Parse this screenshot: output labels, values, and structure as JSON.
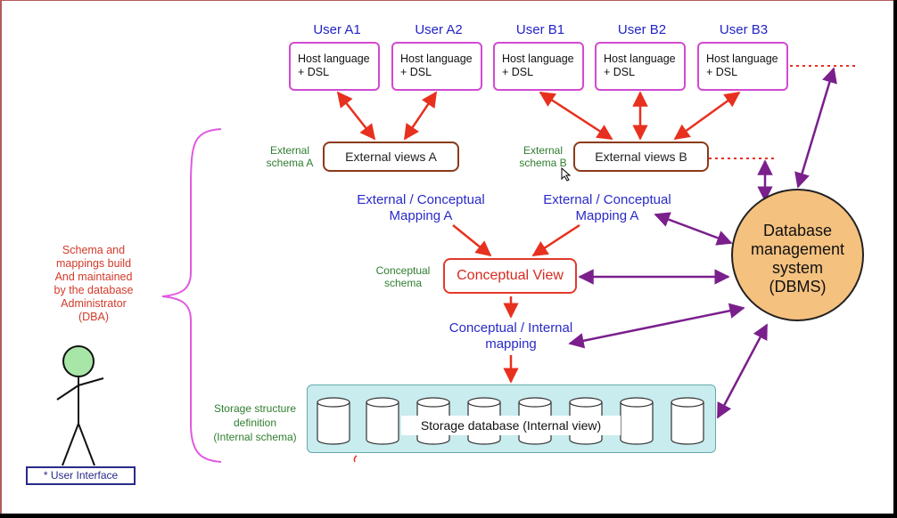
{
  "users": [
    {
      "name": "User A1",
      "box_line1": "Host language",
      "box_line2": "+ DSL"
    },
    {
      "name": "User A2",
      "box_line1": "Host language",
      "box_line2": "+ DSL"
    },
    {
      "name": "User B1",
      "box_line1": "Host language",
      "box_line2": "+ DSL"
    },
    {
      "name": "User B2",
      "box_line1": "Host language",
      "box_line2": "+ DSL"
    },
    {
      "name": "User B3",
      "box_line1": "Host language",
      "box_line2": "+ DSL"
    }
  ],
  "external_views": {
    "a": {
      "box": "External views A",
      "schema_line1": "External",
      "schema_line2": "schema A"
    },
    "b": {
      "box": "External views B",
      "schema_line1": "External",
      "schema_line2": "schema B"
    }
  },
  "mappings": {
    "ext_a": {
      "line1": "External / Conceptual",
      "line2": "Mapping A"
    },
    "ext_b": {
      "line1": "External / Conceptual",
      "line2": "Mapping A"
    },
    "conc_int": {
      "line1": "Conceptual / Internal",
      "line2": "mapping"
    }
  },
  "conceptual": {
    "box": "Conceptual View",
    "schema_line1": "Conceptual",
    "schema_line2": "schema"
  },
  "storage": {
    "label": "Storage database (Internal view)",
    "definition_line1": "Storage structure",
    "definition_line2": "definition",
    "definition_line3": "(Internal schema)"
  },
  "dbms": {
    "line1": "Database",
    "line2": "management",
    "line3": "system",
    "line4": "(DBMS)"
  },
  "dba": {
    "line1": "Schema and",
    "line2": "mappings build",
    "line3": "And maintained",
    "line4": "by the database",
    "line5": "Administrator",
    "line6": "(DBA)"
  },
  "user_interface": "* User Interface",
  "colors": {
    "user_text": "#2323c8",
    "host_border": "#d24ad2",
    "external_border": "#8b3a1a",
    "red_arrow": "#e8301f",
    "purple_arrow": "#7a1f8c",
    "dbms_fill": "#f5c17f",
    "storage_fill": "#c9ecee",
    "schema_green": "#2f7d2f",
    "mapping_blue": "#2a2ac8",
    "dba_red": "#d23a2a",
    "stickman_head": "#a8e6a8"
  }
}
